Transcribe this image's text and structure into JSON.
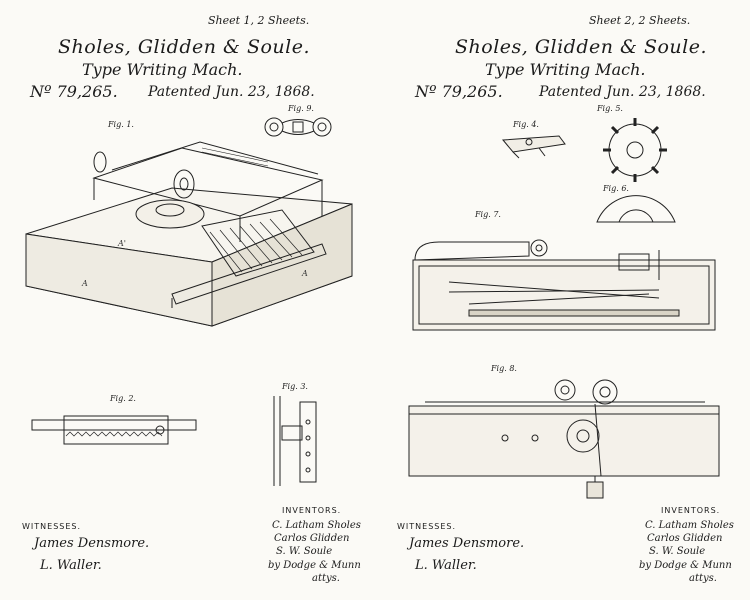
{
  "left": {
    "sheet_label": "Sheet 1, 2 Sheets.",
    "title": "Sholes, Glidden & Soule.",
    "subtitle": "Type Writing Mach.",
    "patent_no": "Nº 79,265.",
    "patented": "Patented Jun. 23, 1868.",
    "figs": [
      "Fig. 1.",
      "Fig. 9.",
      "Fig. 2.",
      "Fig. 3."
    ],
    "witnesses_label": "WITNESSES.",
    "witnesses": [
      "James Densmore.",
      "L. Waller."
    ],
    "inventors_label": "INVENTORS.",
    "inventors": [
      "C. Latham Sholes",
      "Carlos Glidden",
      "S. W. Soule"
    ],
    "attorney": "by Dodge & Munn",
    "attorney_title": "attys."
  },
  "right": {
    "sheet_label": "Sheet 2, 2 Sheets.",
    "title": "Sholes, Glidden & Soule.",
    "subtitle": "Type Writing Mach.",
    "patent_no": "Nº 79,265.",
    "patented": "Patented Jun. 23, 1868.",
    "figs": [
      "Fig. 4.",
      "Fig. 5.",
      "Fig. 6.",
      "Fig. 7.",
      "Fig. 8."
    ],
    "witnesses_label": "WITNESSES.",
    "witnesses": [
      "James Densmore.",
      "L. Waller."
    ],
    "inventors_label": "INVENTORS.",
    "inventors": [
      "C. Latham Sholes",
      "Carlos Glidden",
      "S. W. Soule"
    ],
    "attorney": "by Dodge & Munn",
    "attorney_title": "attys."
  }
}
